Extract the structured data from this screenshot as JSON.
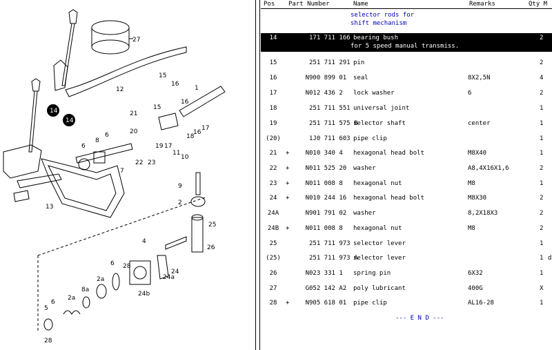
{
  "header": {
    "pos": "Pos",
    "part_number": "Part Number",
    "name": "Name",
    "remarks": "Remarks",
    "qty": "Qty M"
  },
  "section_title": [
    "selector rods for",
    "shift mechanism"
  ],
  "rows": [
    {
      "pos": "14",
      "plus": "",
      "pa": "",
      "pb": "171 711 166",
      "name": "bearing bush",
      "name2": "for 5 speed manual transmiss.",
      "remarks": "",
      "qty": "2",
      "extra": ""
    },
    {
      "pos": "15",
      "plus": "",
      "pa": "",
      "pb": "251 711 291",
      "name": "pin",
      "remarks": "",
      "qty": "2",
      "extra": ""
    },
    {
      "pos": "16",
      "plus": "",
      "pa": "N",
      "pb": "900 899 01",
      "name": "seal",
      "remarks": "8X2,5N",
      "qty": "4",
      "extra": ""
    },
    {
      "pos": "17",
      "plus": "",
      "pa": "N",
      "pb": "012 436 2",
      "name": "lock washer",
      "remarks": "6",
      "qty": "2",
      "extra": ""
    },
    {
      "pos": "18",
      "plus": "",
      "pa": "",
      "pb": "251 711 551",
      "name": "universal joint",
      "remarks": "",
      "qty": "1",
      "extra": ""
    },
    {
      "pos": "19",
      "plus": "",
      "pa": "",
      "pb": "251 711 575 B",
      "name": "selector shaft",
      "remarks": "center",
      "qty": "1",
      "extra": ""
    },
    {
      "pos": "(20)",
      "plus": "",
      "pa": "",
      "pb": "1J0 711 603",
      "name": "pipe clip",
      "remarks": "",
      "qty": "1",
      "extra": ""
    },
    {
      "pos": "21",
      "plus": "+",
      "pa": "N",
      "pb": "010 340 4",
      "name": "hexagonal head bolt",
      "remarks": "M8X40",
      "qty": "1",
      "extra": ""
    },
    {
      "pos": "22",
      "plus": "+",
      "pa": "N",
      "pb": "011 525 20",
      "name": "washer",
      "remarks": "A8,4X16X1,6",
      "qty": "2",
      "extra": ""
    },
    {
      "pos": "23",
      "plus": "+",
      "pa": "N",
      "pb": "011 008 8",
      "name": "hexagonal nut",
      "remarks": "M8",
      "qty": "1",
      "extra": ""
    },
    {
      "pos": "24",
      "plus": "+",
      "pa": "N",
      "pb": "010 244 16",
      "name": "hexagonal head bolt",
      "remarks": "M8X30",
      "qty": "2",
      "extra": ""
    },
    {
      "pos": "24A",
      "plus": "",
      "pa": "N",
      "pb": "901 791 02",
      "name": "washer",
      "remarks": "8,2X18X3",
      "qty": "2",
      "extra": ""
    },
    {
      "pos": "24B",
      "plus": "+",
      "pa": "N",
      "pb": "011 008 8",
      "name": "hexagonal nut",
      "remarks": "M8",
      "qty": "2",
      "extra": ""
    },
    {
      "pos": "25",
      "plus": "",
      "pa": "",
      "pb": "251 711 973",
      "name": "selector lever",
      "remarks": "",
      "qty": "1",
      "extra": ""
    },
    {
      "pos": "(25)",
      "plus": "",
      "pa": "",
      "pb": "251 711 973 A",
      "name": "selector lever",
      "remarks": "",
      "qty": "1",
      "extra": "d"
    },
    {
      "pos": "26",
      "plus": "",
      "pa": "N",
      "pb": "023 331 1",
      "name": "spring pin",
      "remarks": "6X32",
      "qty": "1",
      "extra": ""
    },
    {
      "pos": "27",
      "plus": "",
      "pa": "G",
      "pb": "052 142 A2",
      "name": "poly lubricant",
      "remarks": "400G",
      "qty": "X",
      "extra": ""
    },
    {
      "pos": "28",
      "plus": "+",
      "pa": "N",
      "pb": "905 618 01",
      "name": "pipe clip",
      "remarks": "AL16-28",
      "qty": "1",
      "extra": ""
    }
  ],
  "end_marker": "--- E N D ---",
  "diagram": {
    "callouts": [
      "27",
      "12",
      "15",
      "16",
      "1",
      "14",
      "14",
      "21",
      "15",
      "16",
      "20",
      "19",
      "18",
      "17",
      "16",
      "17",
      "6",
      "8",
      "6",
      "7",
      "22",
      "23",
      "11",
      "10",
      "13",
      "9",
      "2",
      "25",
      "4",
      "26",
      "6",
      "28",
      "24",
      "2a",
      "24a",
      "8a",
      "24b",
      "2a",
      "5",
      "6",
      "28"
    ]
  }
}
